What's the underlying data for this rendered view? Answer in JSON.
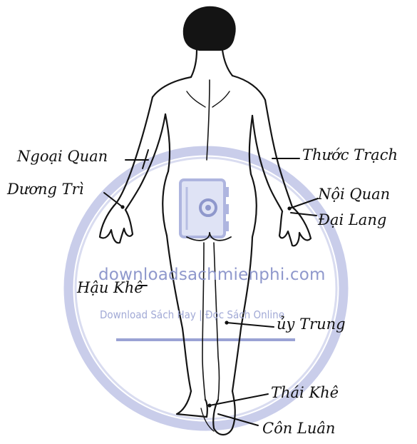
{
  "labels": {
    "ngoai_quan": "Ngoại Quan",
    "duong_tri": "Dương Trì",
    "thuoc_trach": "Thước Trạch",
    "noi_quan": "Nội Quan",
    "dai_lang": "Đại Lang",
    "hau_khe": "Hậu Khê",
    "uy_trung": "ủy Trung",
    "thai_khe": "Thái Khê",
    "con_luan": "Côn Luân"
  },
  "watermark": {
    "site": "downloadsachmienphi.com",
    "tagline": "Download Sách Hay | Đọc Sách Online",
    "color": "#8f98cc"
  }
}
